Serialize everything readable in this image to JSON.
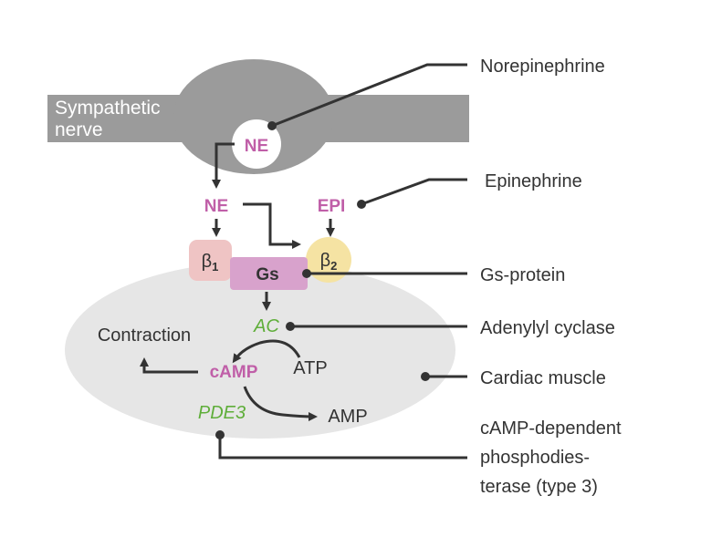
{
  "nerve": {
    "label_line1": "Sympathetic",
    "label_line2": "nerve",
    "vesicle_label": "NE"
  },
  "receptors": {
    "ne": "NE",
    "epi": "EPI",
    "beta1_symbol": "β",
    "beta1_sub": "1",
    "beta2_symbol": "β",
    "beta2_sub": "2",
    "gs": "Gs"
  },
  "pathway": {
    "ac": "AC",
    "camp": "cAMP",
    "atp": "ATP",
    "amp": "AMP",
    "pde3": "PDE3",
    "contraction": "Contraction"
  },
  "callouts": {
    "norepinephrine": "Norepinephrine",
    "epinephrine": "Epinephrine",
    "gs_protein": "Gs-protein",
    "adenylyl_cyclase": "Adenylyl cyclase",
    "cardiac_muscle": "Cardiac muscle",
    "pde_line1": "cAMP-dependent",
    "pde_line2": "phosphodies-",
    "pde_line3": "terase (type 3)"
  },
  "colors": {
    "nerve_gray": "#9b9b9b",
    "cell_gray": "#e6e6e6",
    "magenta": "#c05fa8",
    "green": "#5fae3a",
    "beta1_fill": "#efc4c4",
    "beta2_fill": "#f5e3a3",
    "gs_fill": "#d8a2cc",
    "line": "#333333"
  }
}
